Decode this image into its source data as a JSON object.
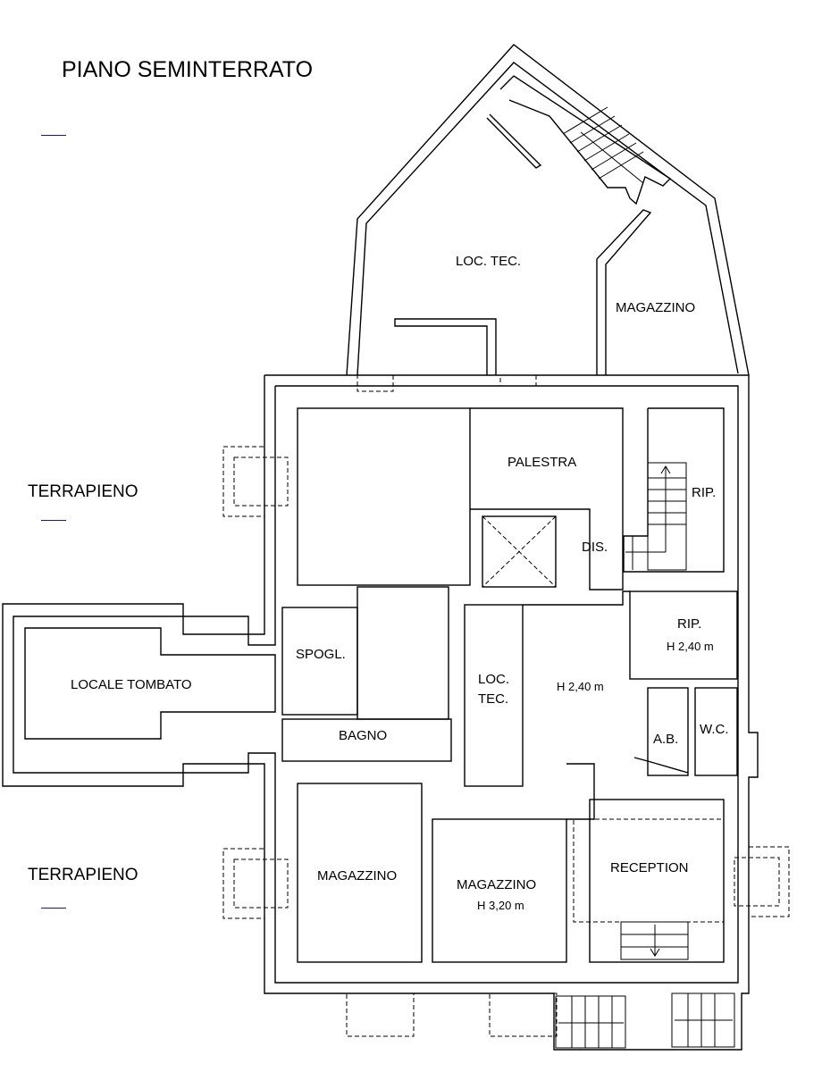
{
  "title": "PIANO SEMINTERRATO",
  "side_labels": [
    "TERRAPIENO",
    "TERRAPIENO"
  ],
  "rooms": {
    "loc_tec_top": "LOC. TEC.",
    "magazzino_top": "MAGAZZINO",
    "palestra": "PALESTRA",
    "rip_stair": "RIP.",
    "dis": "DIS.",
    "spogl": "SPOGL.",
    "locale_tombato": "LOCALE TOMBATO",
    "loc_tec_mid_1": "LOC.",
    "loc_tec_mid_2": "TEC.",
    "corridor_height": "H 2,40 m",
    "rip_2": "RIP.",
    "rip_2_height": "H 2,40 m",
    "ab": "A.B.",
    "wc": "W.C.",
    "bagno": "BAGNO",
    "magazzino_left": "MAGAZZINO",
    "magazzino_mid": "MAGAZZINO",
    "magazzino_mid_height": "H 3,20 m",
    "reception": "RECEPTION"
  }
}
